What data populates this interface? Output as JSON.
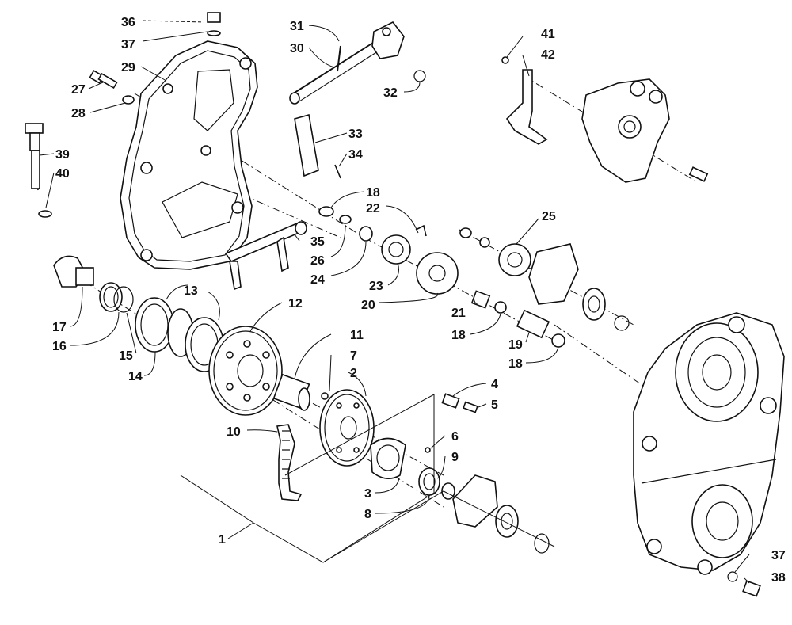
{
  "diagram": {
    "callouts": {
      "c1": "1",
      "c2": "2",
      "c3": "3",
      "c4": "4",
      "c5": "5",
      "c6": "6",
      "c7": "7",
      "c8": "8",
      "c9": "9",
      "c10": "10",
      "c11": "11",
      "c12": "12",
      "c13": "13",
      "c14": "14",
      "c15": "15",
      "c16": "16",
      "c17": "17",
      "c18a": "18",
      "c18b": "18",
      "c18c": "18",
      "c19": "19",
      "c20": "20",
      "c21": "21",
      "c22": "22",
      "c23": "23",
      "c24": "24",
      "c25": "25",
      "c26": "26",
      "c27": "27",
      "c28": "28",
      "c29": "29",
      "c30": "30",
      "c31": "31",
      "c32": "32",
      "c33": "33",
      "c34": "34",
      "c35": "35",
      "c36": "36",
      "c37a": "37",
      "c37b": "37",
      "c38": "38",
      "c39": "39",
      "c40": "40",
      "c41": "41",
      "c42": "42"
    }
  }
}
